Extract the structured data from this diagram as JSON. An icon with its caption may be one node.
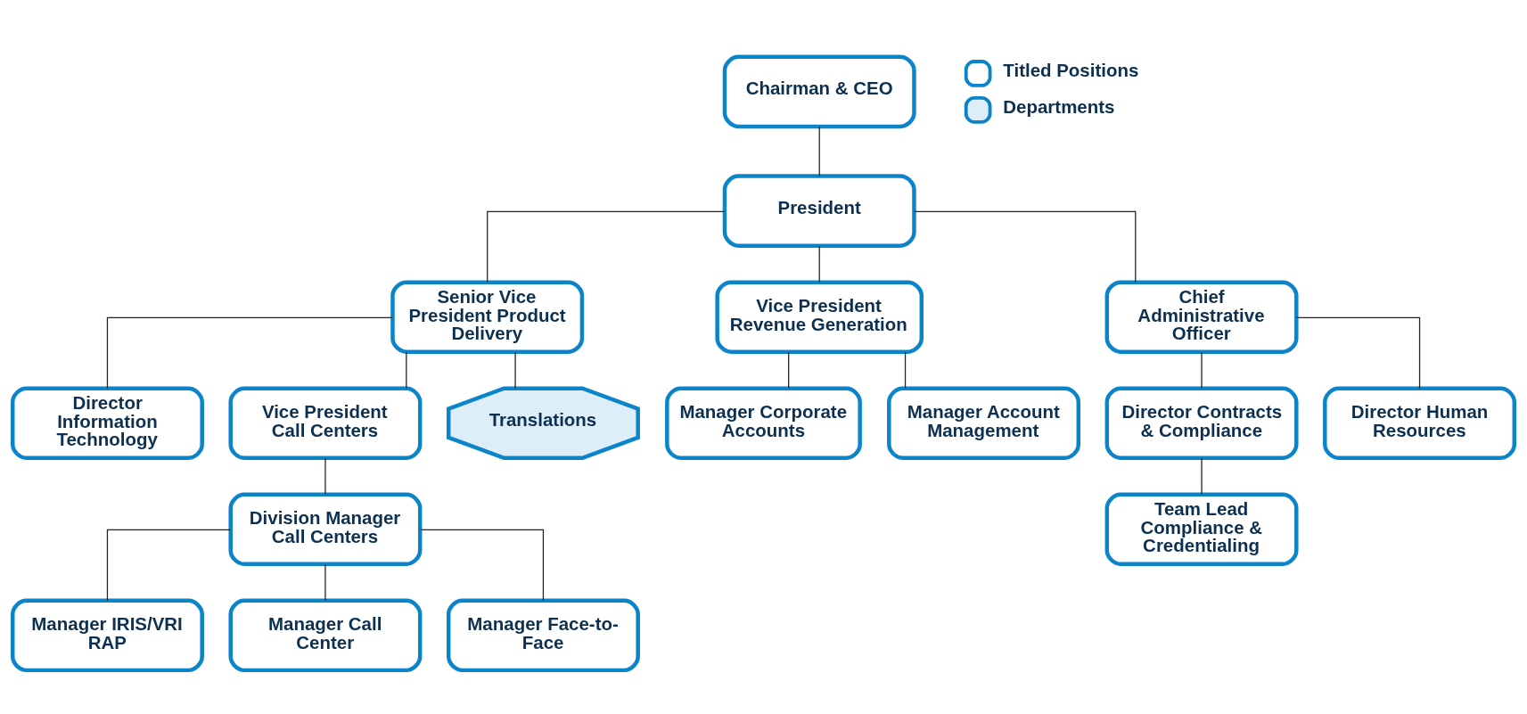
{
  "diagram": {
    "nodes": [
      {
        "text": [
          "Chairman & CEO"
        ]
      },
      {
        "text": [
          "President"
        ]
      },
      {
        "text": [
          "Senior Vice President Product Delivery"
        ]
      },
      {
        "text": [
          "Vice President Revenue Generation"
        ]
      },
      {
        "text": [
          "Chief Administrative Officer"
        ]
      },
      {
        "text": [
          "Director Information Technology"
        ]
      },
      {
        "text": [
          "Vice President Call Centers"
        ]
      },
      {
        "text": [
          "Translations"
        ]
      },
      {
        "text": [
          "Division Manager Call Centers"
        ]
      },
      {
        "text": [
          "Manager IRIS/VRI RAP"
        ]
      },
      {
        "text": [
          "Manager Call Center"
        ]
      },
      {
        "text": [
          "Manager Face-to-Face"
        ]
      },
      {
        "text": [
          "Manager Corporate Accounts"
        ]
      },
      {
        "text": [
          "Manager Account Management"
        ]
      },
      {
        "text": [
          "Director Contracts & Compliance"
        ]
      },
      {
        "text": [
          "Director Human Resources"
        ]
      },
      {
        "text": [
          "Team Lead Compliance & Credentialing"
        ]
      }
    ],
    "edges": [
      {
        "from": 0,
        "to": 1,
        "arrow": "none"
      },
      {
        "from": 1,
        "to": 2,
        "arrow": "none"
      },
      {
        "from": 1,
        "to": 3,
        "arrow": "none"
      },
      {
        "from": 1,
        "to": 4,
        "arrow": "none"
      },
      {
        "from": 2,
        "to": 5,
        "arrow": "none"
      },
      {
        "from": 2,
        "to": 6,
        "arrow": "none"
      },
      {
        "from": 2,
        "to": 7,
        "arrow": "none"
      },
      {
        "from": 6,
        "to": 8,
        "arrow": "none"
      },
      {
        "from": 8,
        "to": 9,
        "arrow": "none"
      },
      {
        "from": 8,
        "to": 10,
        "arrow": "none"
      },
      {
        "from": 8,
        "to": 11,
        "arrow": "none"
      },
      {
        "from": 3,
        "to": 12,
        "arrow": "none"
      },
      {
        "from": 3,
        "to": 13,
        "arrow": "none"
      },
      {
        "from": 4,
        "to": 14,
        "arrow": "none"
      },
      {
        "from": 4,
        "to": 15,
        "arrow": "none"
      },
      {
        "from": 14,
        "to": 16,
        "arrow": "none"
      }
    ],
    "legend": [
      {
        "text": "Titled Positions"
      },
      {
        "text": "Departments"
      }
    ]
  }
}
